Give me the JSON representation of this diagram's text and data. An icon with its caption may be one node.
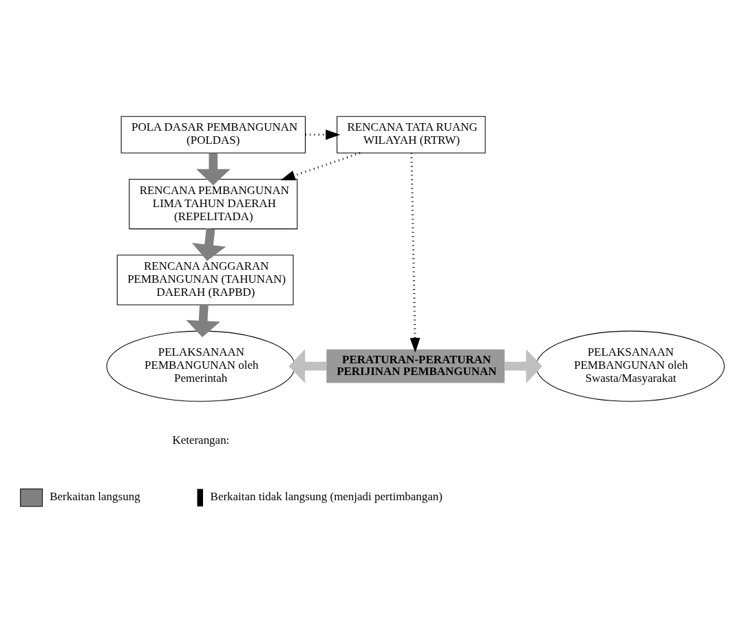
{
  "diagram": {
    "nodes": [
      {
        "text": [
          "POLA DASAR PEMBANGUNAN (POLDAS)"
        ]
      },
      {
        "text": [
          "RENCANA TATA RUANG WILAYAH (RTRW)"
        ]
      },
      {
        "text": [
          "RENCANA PEMBANGUNAN LIMA TAHUN DAERAH (REPELITADA)"
        ]
      },
      {
        "text": [
          "RENCANA ANGGARAN PEMBANGUNAN (TAHUNAN) DAERAH (RAPBD)"
        ]
      },
      {
        "text": [
          "PELAKSANAAN PEMBANGUNAN oleh Pemerintah"
        ]
      },
      {
        "text": [
          "PERATURAN-PERATURAN PERIJINAN PEMBANGUNAN"
        ]
      },
      {
        "text": [
          "PELAKSANAAN PEMBANGUNAN oleh Swasta/Masyarakat"
        ]
      }
    ],
    "edges": [
      {
        "from": 0,
        "to": 1,
        "arrow": "to",
        "style": "dashed",
        "color": "#000000"
      },
      {
        "from": 0,
        "to": 2,
        "arrow": "to",
        "color": "#808080"
      },
      {
        "from": 1,
        "to": 2,
        "arrow": "to",
        "style": "dashed",
        "color": "#000000"
      },
      {
        "from": 2,
        "to": 3,
        "arrow": "to",
        "color": "#808080"
      },
      {
        "from": 1,
        "to": 5,
        "arrow": "to",
        "style": "dashed",
        "color": "#000000"
      },
      {
        "from": 3,
        "to": 4,
        "arrow": "to",
        "color": "#808080"
      },
      {
        "from": 5,
        "to": 4,
        "arrow": "to",
        "color": "#c0c0c0"
      },
      {
        "from": 5,
        "to": 6,
        "arrow": "to",
        "color": "#c0c0c0"
      }
    ],
    "labels": [
      "Keterangan:"
    ],
    "legend": [
      {
        "text": "Berkaitan langsung"
      },
      {
        "text": "Berkaitan tidak langsung (menjadi pertimbangan)"
      }
    ]
  }
}
